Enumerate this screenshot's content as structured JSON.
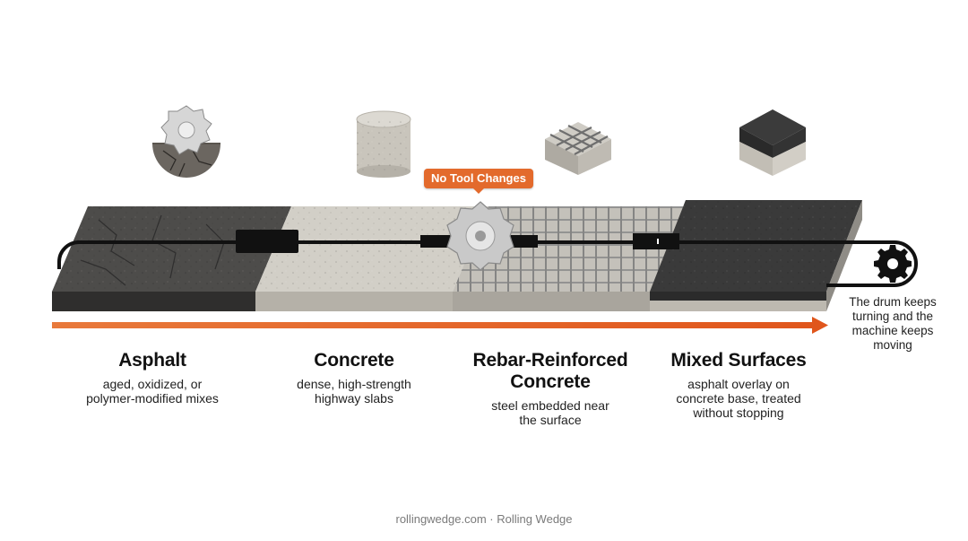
{
  "badge": {
    "label": "No Tool Changes"
  },
  "materials": [
    {
      "id": "asphalt",
      "title": "Asphalt",
      "desc_line1": "aged, oxidized, or",
      "desc_line2": "polymer-modified mixes"
    },
    {
      "id": "concrete",
      "title": "Concrete",
      "desc_line1": "dense, high-strength",
      "desc_line2": "highway slabs"
    },
    {
      "id": "rebar",
      "title_line1": "Rebar-Reinforced",
      "title_line2": "Concrete",
      "desc_line1": "steel embedded near",
      "desc_line2": "the surface"
    },
    {
      "id": "mixed",
      "title": "Mixed Surfaces",
      "desc_line1": "asphalt overlay on",
      "desc_line2": "concrete base, treated",
      "desc_line3": "without stopping"
    }
  ],
  "drum_note": {
    "line1": "The drum keeps",
    "line2": "turning and the",
    "line3": "machine keeps",
    "line4": "moving"
  },
  "footer": {
    "text": "rollingwedge.com · Rolling Wedge"
  },
  "colors": {
    "accent": "#e36a2c",
    "asphalt": "#4a4a48",
    "concrete": "#cfccc4",
    "rebar_concrete": "#bdbab3",
    "mixed_top": "#3a3a3a"
  },
  "icons": [
    "cracked-asphalt-icon",
    "concrete-cylinder-icon",
    "rebar-cube-icon",
    "layered-cube-icon",
    "cutting-drum-icon",
    "gear-icon",
    "direction-arrow-icon"
  ]
}
